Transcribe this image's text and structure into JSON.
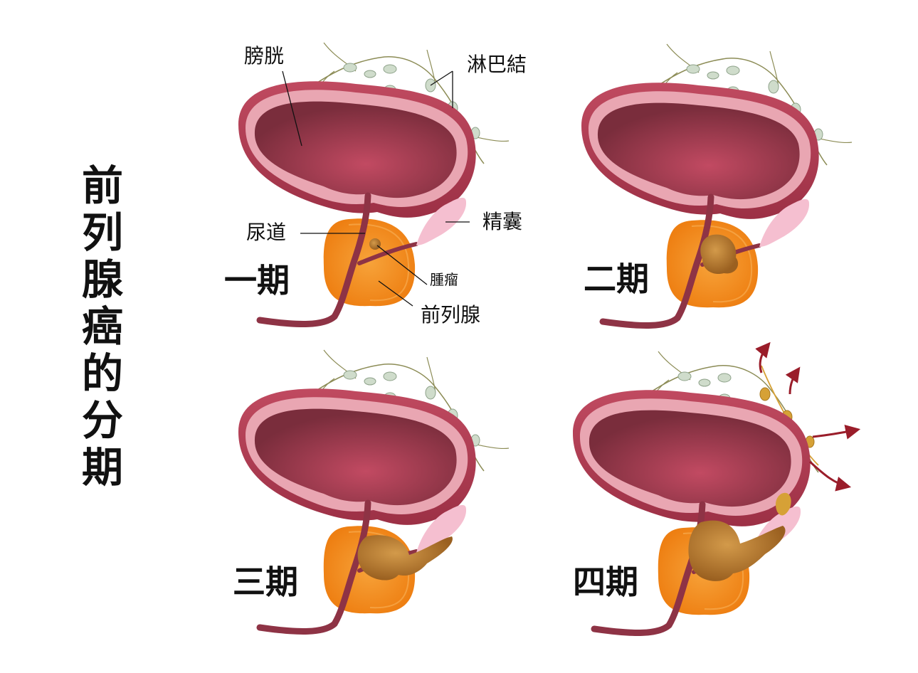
{
  "title_chars": [
    "前",
    "列",
    "腺",
    "癌",
    "的",
    "分",
    "期"
  ],
  "labels": {
    "bladder": "膀胱",
    "lymph_nodes": "淋巴結",
    "urethra": "尿道",
    "seminal_vesicle": "精囊",
    "tumor": "腫瘤",
    "prostate": "前列腺"
  },
  "stages": [
    {
      "label": "一期"
    },
    {
      "label": "二期"
    },
    {
      "label": "三期"
    },
    {
      "label": "四期"
    }
  ],
  "colors": {
    "bladder_outer": "#b03a52",
    "bladder_inner": "#7d3040",
    "bladder_lining": "#e6a0ac",
    "prostate": "#f08a1c",
    "tumor": "#b5782a",
    "lymph_node": "#cfdccb",
    "lymph_node_metastatic": "#d6a136",
    "seminal_vesicle": "#f5bfd0",
    "metastasis_arrow": "#9a1d2a"
  }
}
